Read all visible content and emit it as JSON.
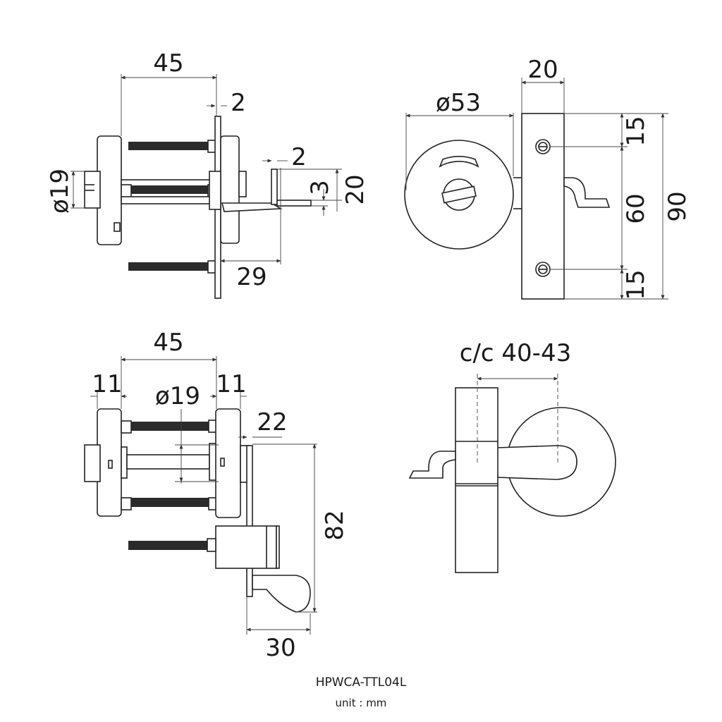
{
  "views": {
    "side_top": {
      "d_width": "45",
      "d_plate": "2",
      "d_tab": "2",
      "d_tab_h": "3",
      "d_lever_h": "20",
      "d_dia": "ø19",
      "d_depth": "29"
    },
    "front_top": {
      "d_dia": "ø53",
      "d_width": "20",
      "d_top": "15",
      "d_mid": "60",
      "d_bot": "15",
      "d_total": "90"
    },
    "side_bottom": {
      "d_width": "45",
      "d_left": "11",
      "d_right": "11",
      "d_dia": "ø19",
      "d_offset": "22",
      "d_height": "82",
      "d_lever": "30"
    },
    "front_bottom": {
      "d_cc": "c/c 40-43"
    }
  },
  "model": "HPWCA-TTL04L",
  "unit": "unit : mm"
}
